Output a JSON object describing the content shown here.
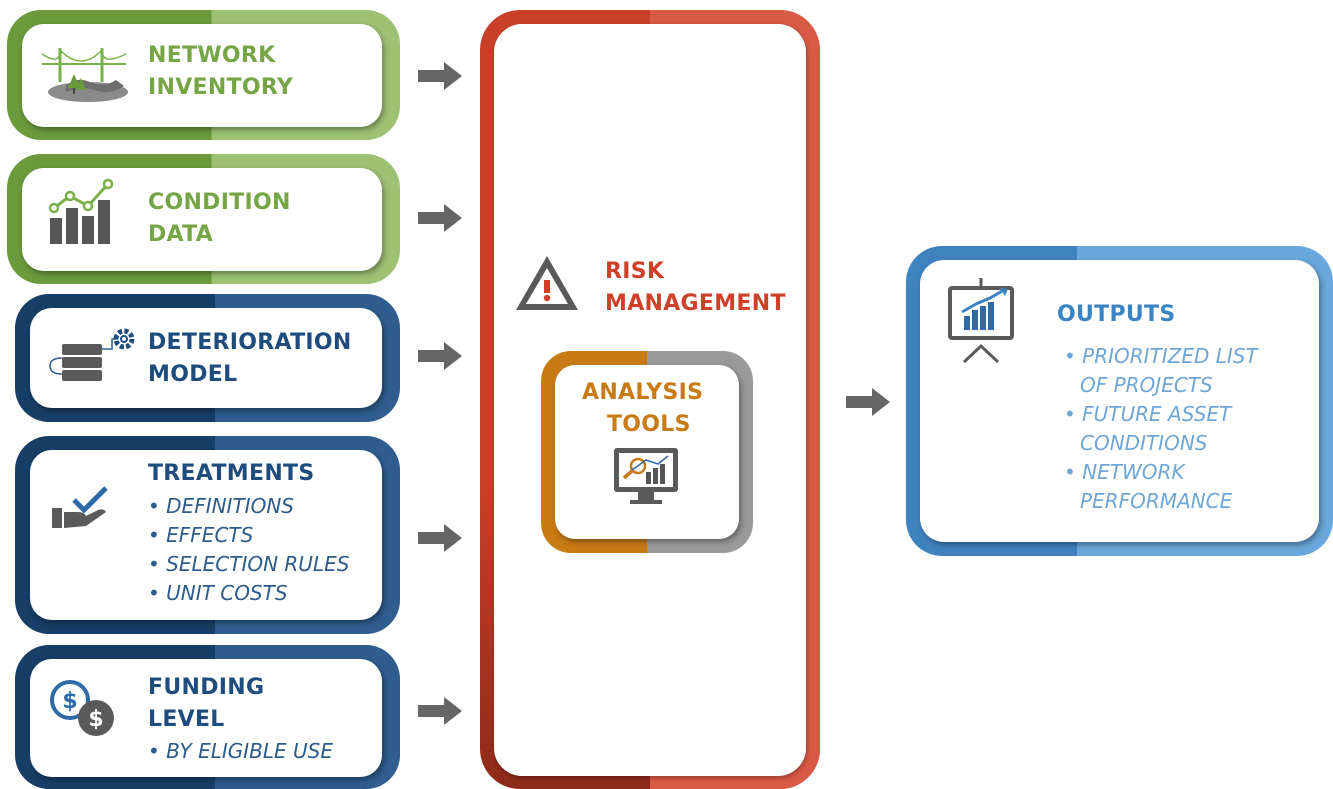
{
  "inputs": [
    {
      "id": "network-inventory",
      "title_lines": [
        "NETWORK",
        "INVENTORY"
      ],
      "bullets": [],
      "color": "#76a545",
      "icon": "bridge-icon"
    },
    {
      "id": "condition-data",
      "title_lines": [
        "CONDITION",
        "DATA"
      ],
      "bullets": [],
      "color": "#76a545",
      "icon": "bar-chart-icon"
    },
    {
      "id": "deterioration-model",
      "title_lines": [
        "DETERIORATION",
        "MODEL"
      ],
      "bullets": [],
      "color": "#1e4c7c",
      "icon": "gear-stack-icon"
    },
    {
      "id": "treatments",
      "title_lines": [
        "TREATMENTS"
      ],
      "bullets": [
        "DEFINITIONS",
        "EFFECTS",
        "SELECTION RULES",
        "UNIT COSTS"
      ],
      "color": "#1e4c7c",
      "icon": "hand-check-icon"
    },
    {
      "id": "funding-level",
      "title_lines": [
        "FUNDING",
        "LEVEL"
      ],
      "bullets": [
        "BY ELIGIBLE USE"
      ],
      "color": "#1e4c7c",
      "icon": "dollar-coins-icon"
    }
  ],
  "risk": {
    "title_lines": [
      "RISK",
      "MANAGEMENT"
    ],
    "color": "#cf4028",
    "icon": "warning-icon"
  },
  "analysis": {
    "title_lines": [
      "ANALYSIS",
      "TOOLS"
    ],
    "color": "#c87a14",
    "icon": "monitor-magnifier-icon"
  },
  "outputs": {
    "title": "OUTPUTS",
    "bullets": [
      "PRIORITIZED LIST",
      "OF PROJECTS",
      "FUTURE ASSET",
      "CONDITIONS",
      "NETWORK",
      "PERFORMANCE"
    ],
    "color": "#3b84c4",
    "icon": "presentation-chart-icon"
  }
}
